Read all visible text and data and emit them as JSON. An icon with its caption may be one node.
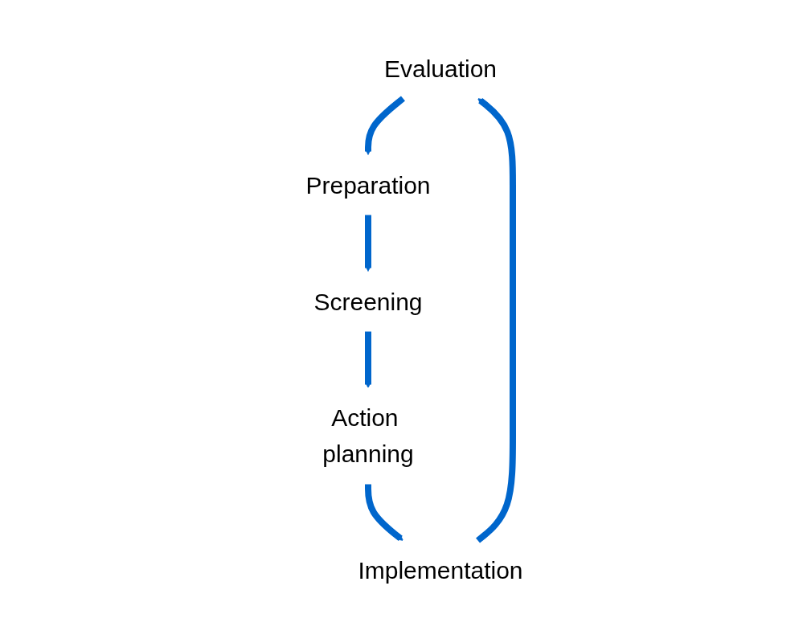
{
  "diagram": {
    "nodes": [
      {
        "text": [
          "Evaluation"
        ]
      },
      {
        "text": [
          "Preparation"
        ]
      },
      {
        "text": [
          "Screening"
        ]
      },
      {
        "text": [
          "Action planning"
        ]
      },
      {
        "text": [
          "Implementation"
        ]
      }
    ],
    "edges": [
      {
        "from": 0,
        "to": 1,
        "arrow": "to"
      },
      {
        "from": 1,
        "to": 2,
        "arrow": "to"
      },
      {
        "from": 2,
        "to": 3,
        "arrow": "to"
      },
      {
        "from": 3,
        "to": 4,
        "arrow": "to"
      },
      {
        "from": 4,
        "to": 0,
        "arrow": "to"
      }
    ]
  }
}
